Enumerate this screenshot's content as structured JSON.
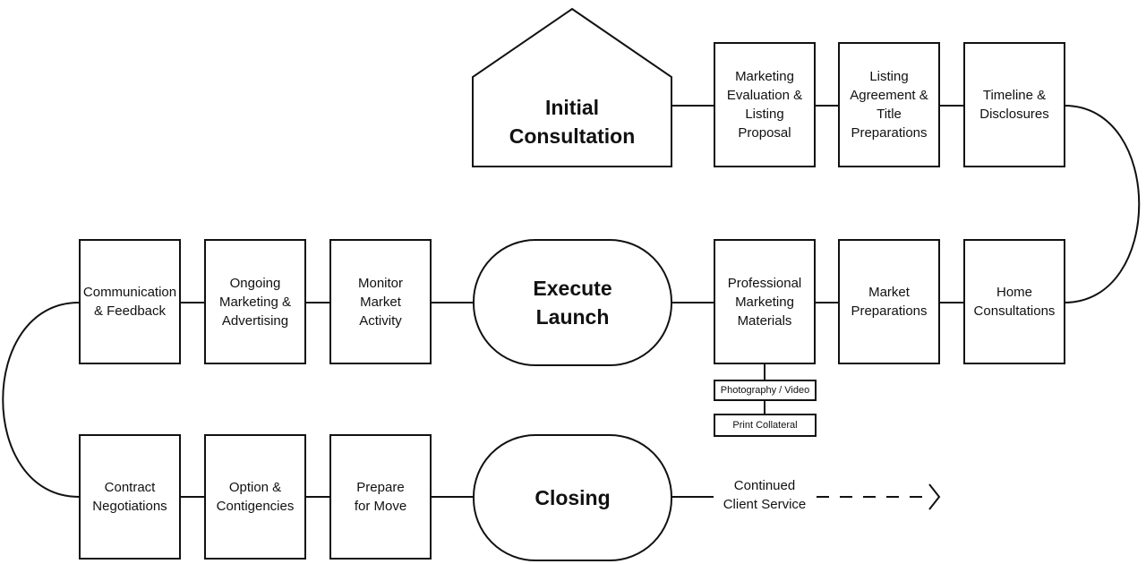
{
  "diagram": {
    "start": "Initial\nConsultation",
    "row1": [
      "Marketing\nEvaluation &\nListing\nProposal",
      "Listing\nAgreement &\nTitle\nPreparations",
      "Timeline &\nDisclosures"
    ],
    "row2_right": [
      "Home\nConsultations",
      "Market\nPreparations",
      "Professional\nMarketing\nMaterials"
    ],
    "sub_items": [
      "Photography / Video",
      "Print Collateral"
    ],
    "launch": "Execute\nLaunch",
    "row2_left": [
      "Monitor\nMarket\nActivity",
      "Ongoing\nMarketing &\nAdvertising",
      "Communication\n& Feedback"
    ],
    "row3": [
      "Contract\nNegotiations",
      "Option &\nContigencies",
      "Prepare\nfor Move"
    ],
    "closing": "Closing",
    "continued": "Continued\nClient Service"
  }
}
